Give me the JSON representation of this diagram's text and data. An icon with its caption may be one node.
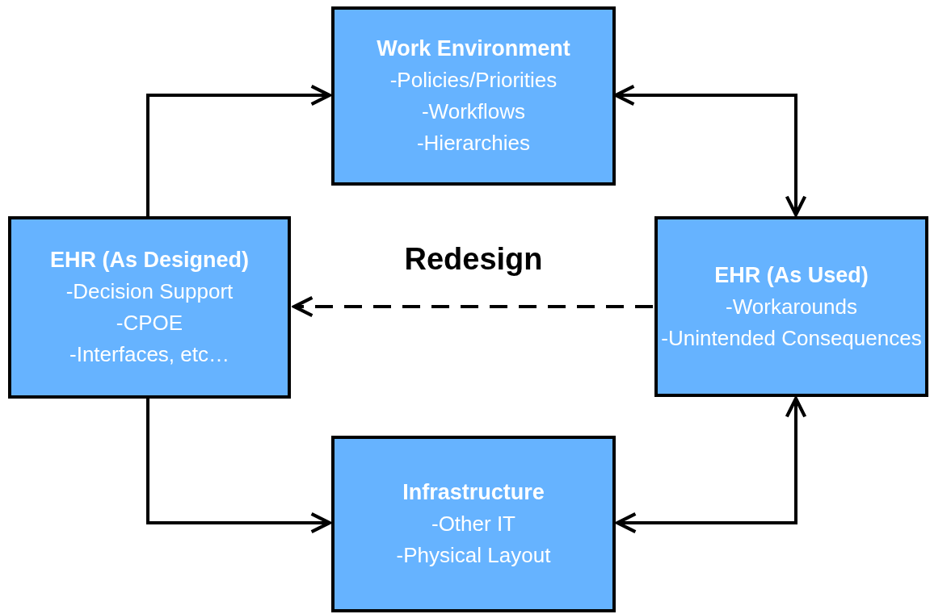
{
  "diagram": {
    "nodes": [
      {
        "text": [
          "Work Environment",
          "-Policies/Priorities",
          "-Workflows",
          "-Hierarchies"
        ]
      },
      {
        "text": [
          "EHR (As Designed)",
          "-Decision Support",
          "-CPOE",
          "-Interfaces, etc…"
        ]
      },
      {
        "text": [
          "EHR (As Used)",
          "-Workarounds",
          "-Unintended Consequences"
        ]
      },
      {
        "text": [
          "Infrastructure",
          "-Other IT",
          "-Physical Layout"
        ]
      }
    ],
    "edges": [
      {
        "from": 1,
        "to": 0,
        "arrow": "to"
      },
      {
        "from": 0,
        "to": 2,
        "arrow": "both"
      },
      {
        "from": 1,
        "to": 3,
        "arrow": "to"
      },
      {
        "from": 2,
        "to": 3,
        "arrow": "both"
      },
      {
        "from": 2,
        "to": 1,
        "arrow": "to",
        "style": "dashed",
        "label": "Redesign"
      }
    ]
  }
}
